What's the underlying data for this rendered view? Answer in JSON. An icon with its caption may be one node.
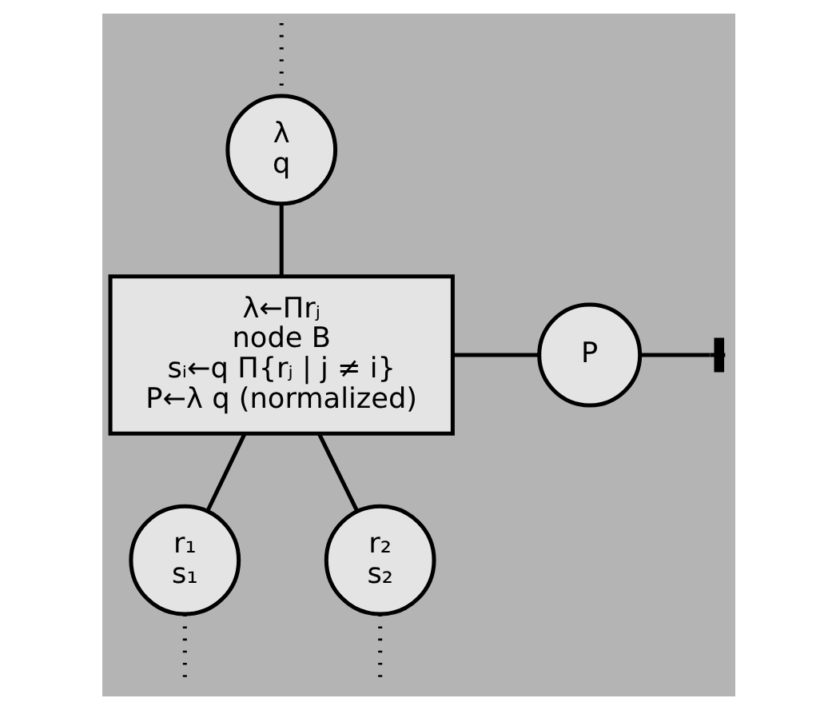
{
  "diagram": {
    "nodes": [
      {
        "text": [
          "λ",
          "q"
        ]
      },
      {
        "text": [
          "λ←Πrⱼ",
          "node B",
          "sᵢ←q Π{rⱼ | j ≠ i}",
          "P←λ q (normalized)"
        ]
      },
      {
        "text": [
          "P"
        ]
      },
      {
        "text": [
          "r₁",
          "s₁"
        ]
      },
      {
        "text": [
          "r₂",
          "s₂"
        ]
      }
    ],
    "edges": [
      {
        "from": null,
        "to": 0,
        "arrow": "none",
        "style": "dashed"
      },
      {
        "from": 0,
        "to": 1,
        "arrow": "none"
      },
      {
        "from": 1,
        "to": 2,
        "arrow": "none"
      },
      {
        "from": 2,
        "to": null,
        "arrow": "other"
      },
      {
        "from": 1,
        "to": 3,
        "arrow": "none"
      },
      {
        "from": 3,
        "to": null,
        "arrow": "none",
        "style": "dashed"
      },
      {
        "from": 1,
        "to": 4,
        "arrow": "none"
      },
      {
        "from": 4,
        "to": null,
        "arrow": "none",
        "style": "dashed"
      }
    ]
  }
}
